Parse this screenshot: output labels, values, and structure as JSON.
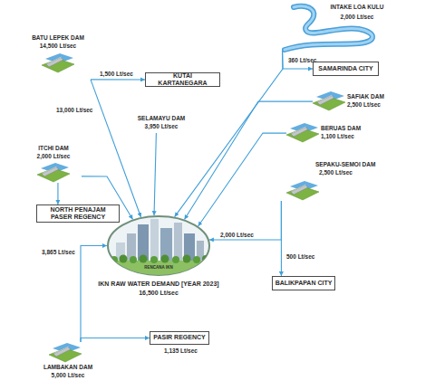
{
  "diagram": {
    "nodes": [
      {
        "text": [
          "INTAKE LOA KULU",
          "2,000 Lt/sec"
        ]
      },
      {
        "text": [
          "BATU LEPEK DAM",
          "14,500 Lt/sec"
        ]
      },
      {
        "text": [
          "KUTAI KARTANEGARA"
        ]
      },
      {
        "text": [
          "SAMARINDA CITY"
        ]
      },
      {
        "text": [
          "SELAMAYU DAM",
          "3,950 Lt/sec"
        ]
      },
      {
        "text": [
          "SAFIAK DAM",
          "2,500 Lt/sec"
        ]
      },
      {
        "text": [
          "BERUAS DAM",
          "1,100 Lt/sec"
        ]
      },
      {
        "text": [
          "ITCHI DAM",
          "2,000 Lt/sec"
        ]
      },
      {
        "text": [
          "SEPAKU-SEMOI DAM",
          "2,500 Lt/sec"
        ]
      },
      {
        "text": [
          "NORTH PENAJAM PASER REGENCY"
        ]
      },
      {
        "text": [
          "RENCANA IKN",
          "IKN RAW WATER DEMAND [YEAR 2023]",
          "16,500 Lt/sec"
        ]
      },
      {
        "text": [
          "BALIKPAPAN CITY"
        ]
      },
      {
        "text": [
          "PASIR REGENCY"
        ]
      },
      {
        "text": [
          "LAMBAKAN DAM",
          "5,000 Lt/sec"
        ]
      }
    ],
    "edges": [
      {
        "from": 0,
        "to": 3,
        "arrow": "to",
        "label": "360 Lt/sec"
      },
      {
        "from": 0,
        "to": 10,
        "arrow": "to"
      },
      {
        "from": 1,
        "to": 2,
        "arrow": "to",
        "label": "1,500 Lt/sec"
      },
      {
        "from": 1,
        "to": 10,
        "arrow": "to",
        "label": "13,000 Lt/sec"
      },
      {
        "from": 4,
        "to": 10,
        "arrow": "to"
      },
      {
        "from": 5,
        "to": 10,
        "arrow": "to"
      },
      {
        "from": 6,
        "to": 10,
        "arrow": "to"
      },
      {
        "from": 7,
        "to": 9,
        "arrow": "to"
      },
      {
        "from": 7,
        "to": 10,
        "arrow": "to"
      },
      {
        "from": 8,
        "to": 10,
        "arrow": "to",
        "label": "2,000 Lt/sec"
      },
      {
        "from": 8,
        "to": 11,
        "arrow": "to",
        "label": "500 Lt/sec"
      },
      {
        "from": 13,
        "to": 10,
        "arrow": "to",
        "label": "3,865 Lt/sec"
      },
      {
        "from": 13,
        "to": 12,
        "arrow": "to",
        "label": "1,135 Lt/sec"
      }
    ]
  }
}
